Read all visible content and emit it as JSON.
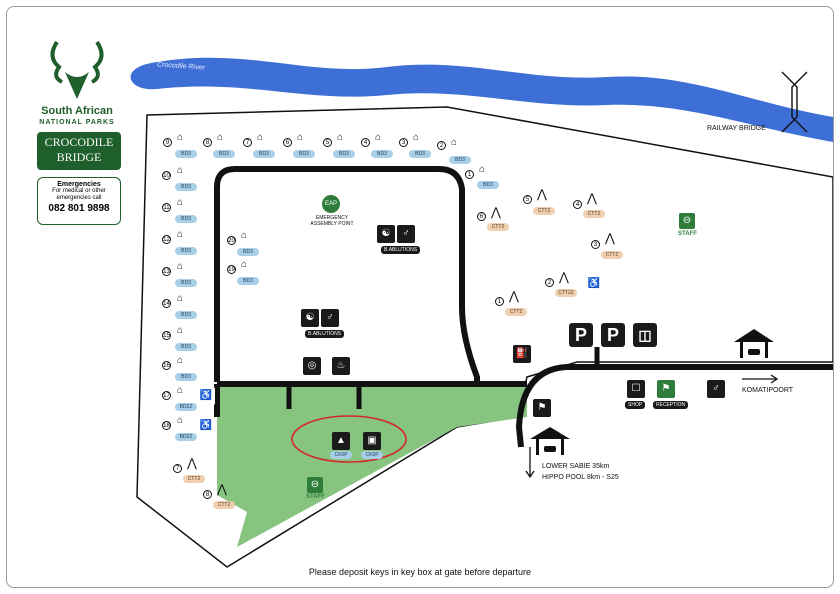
{
  "brand": {
    "name_line1": "South African",
    "name_line2": "NATIONAL PARKS",
    "camp_line1": "CROCODILE",
    "camp_line2": "BRIDGE",
    "logo_icon": "kudu-head-logo"
  },
  "emergency": {
    "title": "Emergencies",
    "text": "For medical or other emergencies call",
    "phone": "082 801 9898"
  },
  "river": {
    "label": "Crocodile River"
  },
  "labels": {
    "railway_bridge": "RAILWAY BRIDGE",
    "komatipoort": "KOMATIPOORT",
    "lower_sabie": "LOWER SABIE 35km",
    "hippo_pool": "HIPPO POOL 8km - S25",
    "assembly_line1": "EMERGENCY",
    "assembly_line2": "ASSEMBLY POINT",
    "assembly_badge": "EAP",
    "ablutions_top": "B.ABLUTIONS",
    "ablutions_mid": "B.ABLUTIONS",
    "shop": "SHOP",
    "reception": "RECEPTION",
    "ck6p_tent": "CK6P",
    "ck6p_caravan": "CK6P",
    "staff_right": "STAFF",
    "staff_bottom": "STAFF",
    "parking_1": "P",
    "parking_2": "P",
    "footer": "Please deposit keys in key box at gate before departure"
  },
  "units_top": [
    {
      "num": "9",
      "type": "BD3"
    },
    {
      "num": "8",
      "type": "BD3"
    },
    {
      "num": "7",
      "type": "BD3"
    },
    {
      "num": "6",
      "type": "BD3"
    },
    {
      "num": "5",
      "type": "BD3"
    },
    {
      "num": "4",
      "type": "BD3"
    },
    {
      "num": "3",
      "type": "BD3"
    },
    {
      "num": "2",
      "type": "BD3"
    },
    {
      "num": "1",
      "type": "BD3"
    }
  ],
  "units_left": [
    {
      "num": "10",
      "type": "BD3"
    },
    {
      "num": "11",
      "type": "BD3"
    },
    {
      "num": "12",
      "type": "BD3"
    },
    {
      "num": "13",
      "type": "BD3"
    },
    {
      "num": "14",
      "type": "BD3"
    },
    {
      "num": "15",
      "type": "BD3"
    },
    {
      "num": "16",
      "type": "BD3"
    },
    {
      "num": "17",
      "type": "BD2Z"
    },
    {
      "num": "18",
      "type": "BD2Z"
    }
  ],
  "units_inner": [
    {
      "num": "20",
      "type": "BD3"
    },
    {
      "num": "19",
      "type": "BD3"
    }
  ],
  "tents": [
    {
      "num": "6",
      "type": "CTT2"
    },
    {
      "num": "5",
      "type": "CTT2"
    },
    {
      "num": "4",
      "type": "CTT2"
    },
    {
      "num": "3",
      "type": "CTT2"
    },
    {
      "num": "2",
      "type": "CTT2Z"
    },
    {
      "num": "1",
      "type": "CTT2"
    },
    {
      "num": "7",
      "type": "CTT2"
    },
    {
      "num": "8",
      "type": "CTT2"
    }
  ],
  "colors": {
    "brand_green": "#1f5f2b",
    "river_blue": "#3d6fd6",
    "grass_green": "#86c47f",
    "bd_badge": "#a9cfe8",
    "ctt_badge": "#efcfb0",
    "highlight_red": "#d6262b"
  }
}
